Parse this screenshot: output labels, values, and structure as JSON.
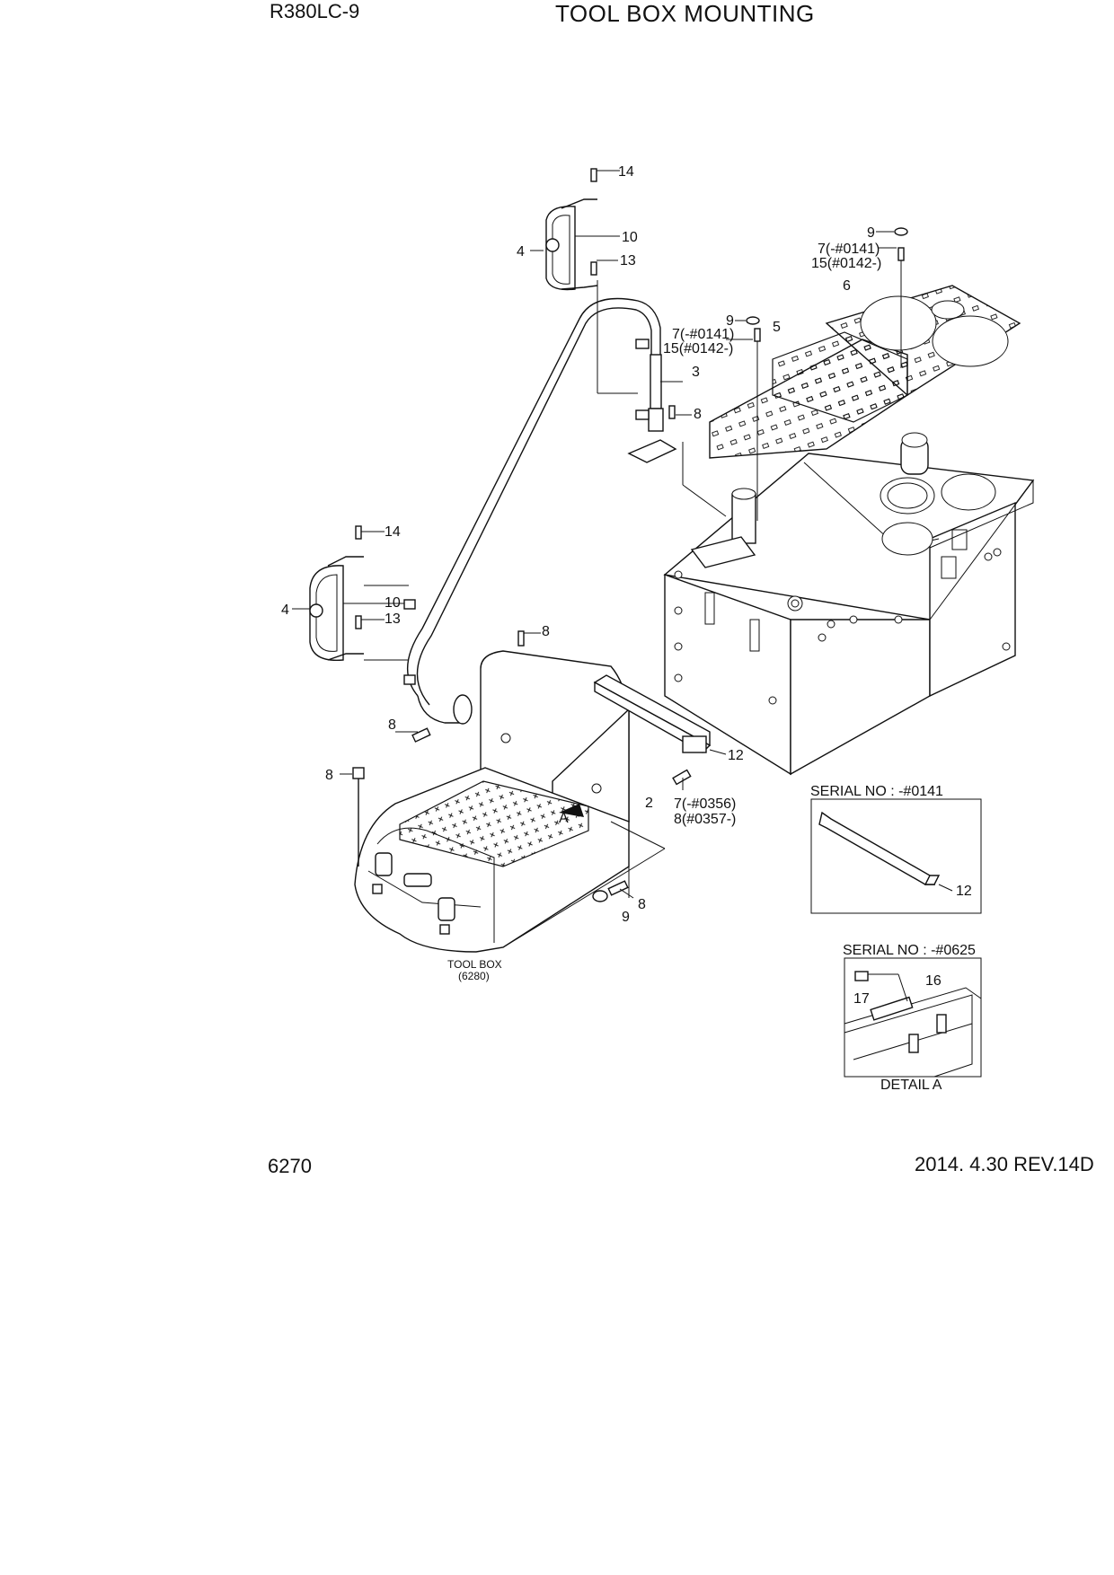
{
  "header": {
    "model": "R380LC-9",
    "title": "TOOL BOX MOUNTING"
  },
  "footer": {
    "page_number": "6270",
    "revision": "2014. 4.30  REV.14D"
  },
  "callouts": {
    "c14_top": "14",
    "c10_top": "10",
    "c4_top": "4",
    "c13_top": "13",
    "c9_right": "9",
    "c7_right": "7(-#0141)",
    "c15_right": "15(#0142-)",
    "c6": "6",
    "c9_mid": "9",
    "c7_mid": "7(-#0141)",
    "c15_mid": "15(#0142-)",
    "c5": "5",
    "c3": "3",
    "c8_post": "8",
    "c14_left": "14",
    "c4_left": "4",
    "c10_left": "10",
    "c13_left": "13",
    "c8_box_top": "8",
    "c8_elbow": "8",
    "c8_bolt": "8",
    "c12_bracket": "12",
    "c7_box": "7(-#0356)",
    "c8_box": "8(#0357-)",
    "c2": "2",
    "c_a": "A",
    "c8_bottom": "8",
    "c9_bottom": "9"
  },
  "toolbox_caption": {
    "line1": "TOOL BOX",
    "line2": "(6280)"
  },
  "inset_serial_0141": {
    "heading": "SERIAL NO : -#0141",
    "callout": "12"
  },
  "inset_detail_a": {
    "heading": "SERIAL NO : -#0625",
    "callout_16": "16",
    "callout_17": "17",
    "caption": "DETAIL  A"
  }
}
